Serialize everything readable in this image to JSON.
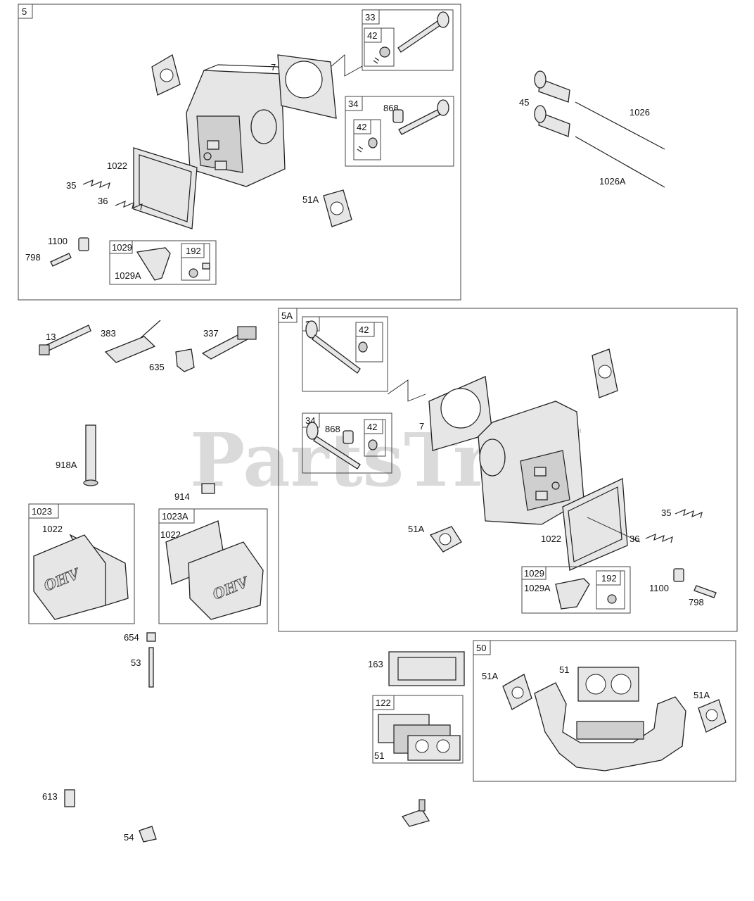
{
  "watermark": {
    "text": "PartsTree",
    "tm": "™"
  },
  "sections": {
    "s5": {
      "title": "5"
    },
    "s5a": {
      "title": "5A"
    },
    "s1023": {
      "title": "1023"
    },
    "s1023a": {
      "title": "1023A"
    },
    "s50": {
      "title": "50"
    },
    "s122": {
      "title": "122"
    }
  },
  "subassemblies": {
    "a_33": "33",
    "a_42a": "42",
    "a_34": "34",
    "a_42b": "42",
    "a_1029": "1029",
    "a_192": "192",
    "b_33": "33",
    "b_42a": "42",
    "b_34": "34",
    "b_42b": "42",
    "b_1029": "1029",
    "b_192": "192"
  },
  "callouts": {
    "a_7": "7",
    "a_868": "868",
    "a_1022": "1022",
    "a_35": "35",
    "a_36": "36",
    "a_51A": "51A",
    "a_1100": "1100",
    "a_798": "798",
    "a_1029A": "1029A",
    "r_45": "45",
    "r_1026": "1026",
    "r_1026A": "1026A",
    "l_13": "13",
    "l_383": "383",
    "l_337": "337",
    "l_635": "635",
    "l_918A": "918A",
    "l_914": "914",
    "c_1022a": "1022",
    "c_1022b": "1022",
    "ohv_a": "OHV",
    "ohv_b": "OHV",
    "l_654": "654",
    "l_53": "53",
    "l_613": "613",
    "l_54": "54",
    "b_868": "868",
    "b_7": "7",
    "b_51A": "51A",
    "b_35": "35",
    "b_36": "36",
    "b_1022": "1022",
    "b_1029A": "1029A",
    "b_1100": "1100",
    "b_798": "798",
    "m_163": "163",
    "m_51": "51",
    "e_51A_left": "51A",
    "e_51": "51",
    "e_51A_right": "51A"
  }
}
